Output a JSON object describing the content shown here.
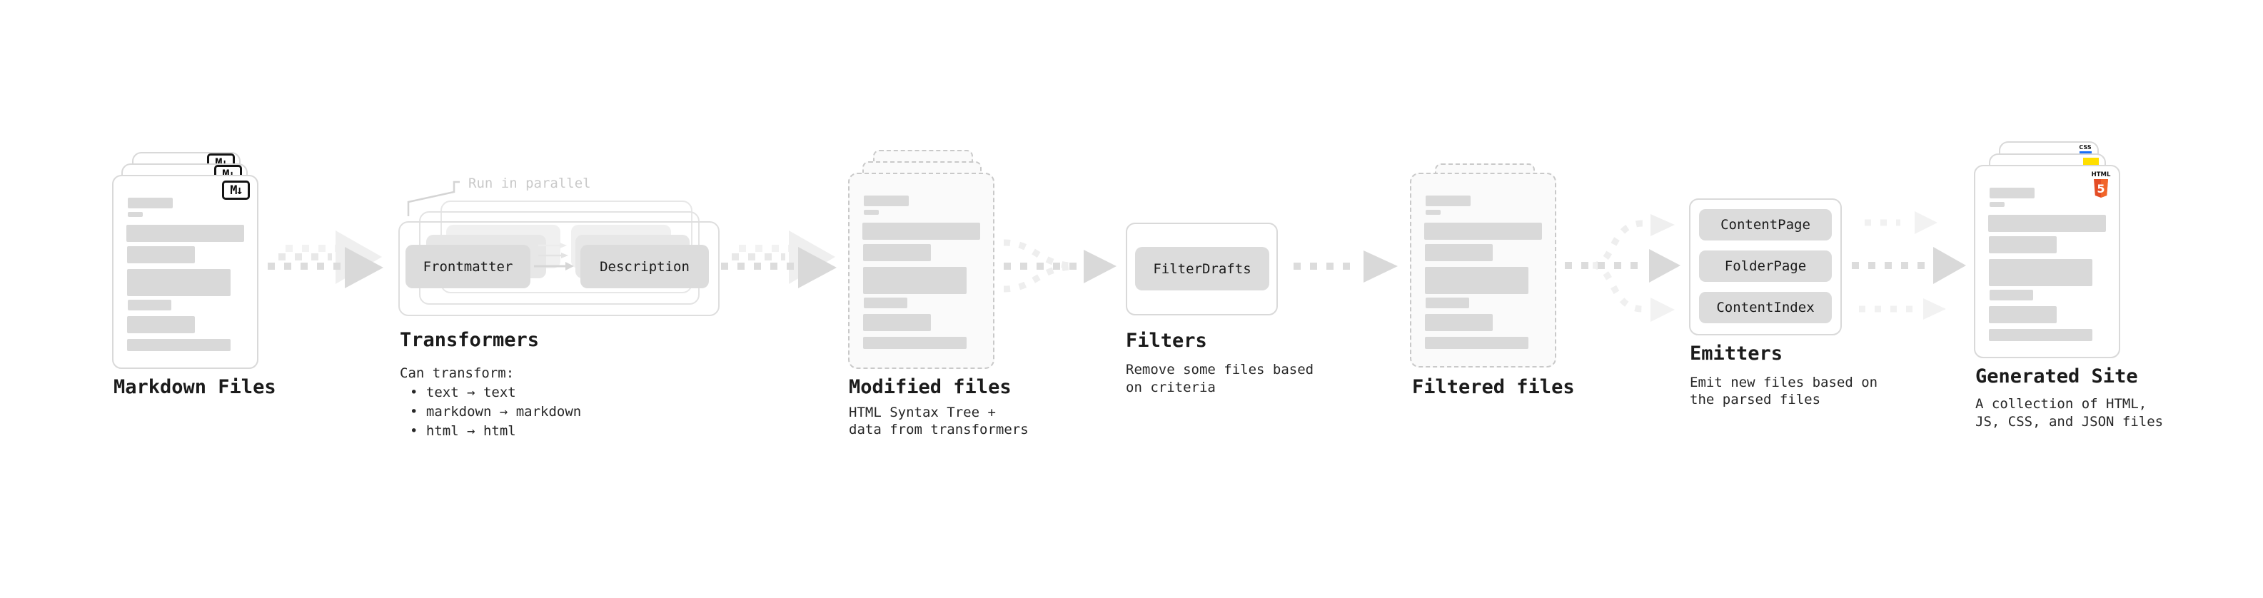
{
  "pipeline": {
    "markdown": {
      "label": "Markdown Files",
      "badge": "M↓"
    },
    "transformers": {
      "label": "Transformers",
      "annotation": "Run in parallel",
      "input_pill": "Frontmatter",
      "output_pill": "Description",
      "desc_heading": "Can transform:",
      "bullets": [
        "• text → text",
        "• markdown → markdown",
        "• html → html"
      ]
    },
    "modified": {
      "label": "Modified files",
      "desc": [
        "HTML Syntax Tree +",
        "data from transformers"
      ]
    },
    "filters": {
      "label": "Filters",
      "pill": "FilterDrafts",
      "desc": [
        "Remove some files based",
        "on criteria"
      ]
    },
    "filtered": {
      "label": "Filtered files"
    },
    "emitters": {
      "label": "Emitters",
      "pills": [
        "ContentPage",
        "FolderPage",
        "ContentIndex"
      ],
      "desc": [
        "Emit new files based on",
        "the parsed files"
      ]
    },
    "generated": {
      "label": "Generated Site",
      "badges": {
        "css": "CSS",
        "html_word": "HTML",
        "html_number": "5"
      },
      "desc": [
        "A collection of HTML,",
        "JS, CSS, and JSON files"
      ]
    }
  },
  "colors": {
    "html5_orange": "#e44d26",
    "html5_orange_light": "#f16529",
    "js_yellow": "#ffdf00",
    "css_blue": "#1a6ef5",
    "bar_gray": "#d9d9d9",
    "arrow_gray": "#d9d9d9",
    "arrow_light": "#ededed"
  }
}
